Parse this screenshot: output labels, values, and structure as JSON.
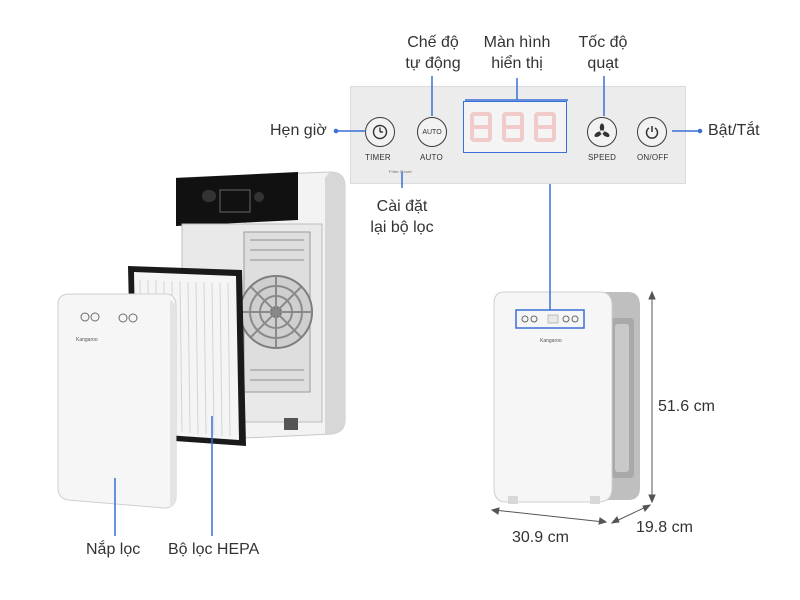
{
  "labels": {
    "timer": "Hẹn giờ",
    "auto_mode_line1": "Chế độ",
    "auto_mode_line2": "tự động",
    "display_line1": "Màn hình",
    "display_line2": "hiển thị",
    "speed_line1": "Tốc độ",
    "speed_line2": "quạt",
    "power": "Bật/Tắt",
    "filter_reset_line1": "Cài đặt",
    "filter_reset_line2": "lại bộ lọc",
    "front_cover": "Nắp lọc",
    "hepa_filter": "Bộ lọc HEPA"
  },
  "panel": {
    "timer_button": "TIMER",
    "auto_button_text": "AUTO",
    "auto_button": "AUTO",
    "speed_button": "SPEED",
    "onoff_button": "ON/OFF",
    "filter_reset_small": "Filter Reset"
  },
  "dimensions": {
    "height": "51.6 cm",
    "width": "30.9 cm",
    "depth": "19.8 cm"
  },
  "brand": {
    "cover_logo": "Kangaroo",
    "front_logo": "Kangaroo"
  },
  "colors": {
    "accent_blue": "#3a6fd6",
    "panel_bg": "#ececec",
    "display_red": "#f3c7c7",
    "text": "#333333"
  }
}
